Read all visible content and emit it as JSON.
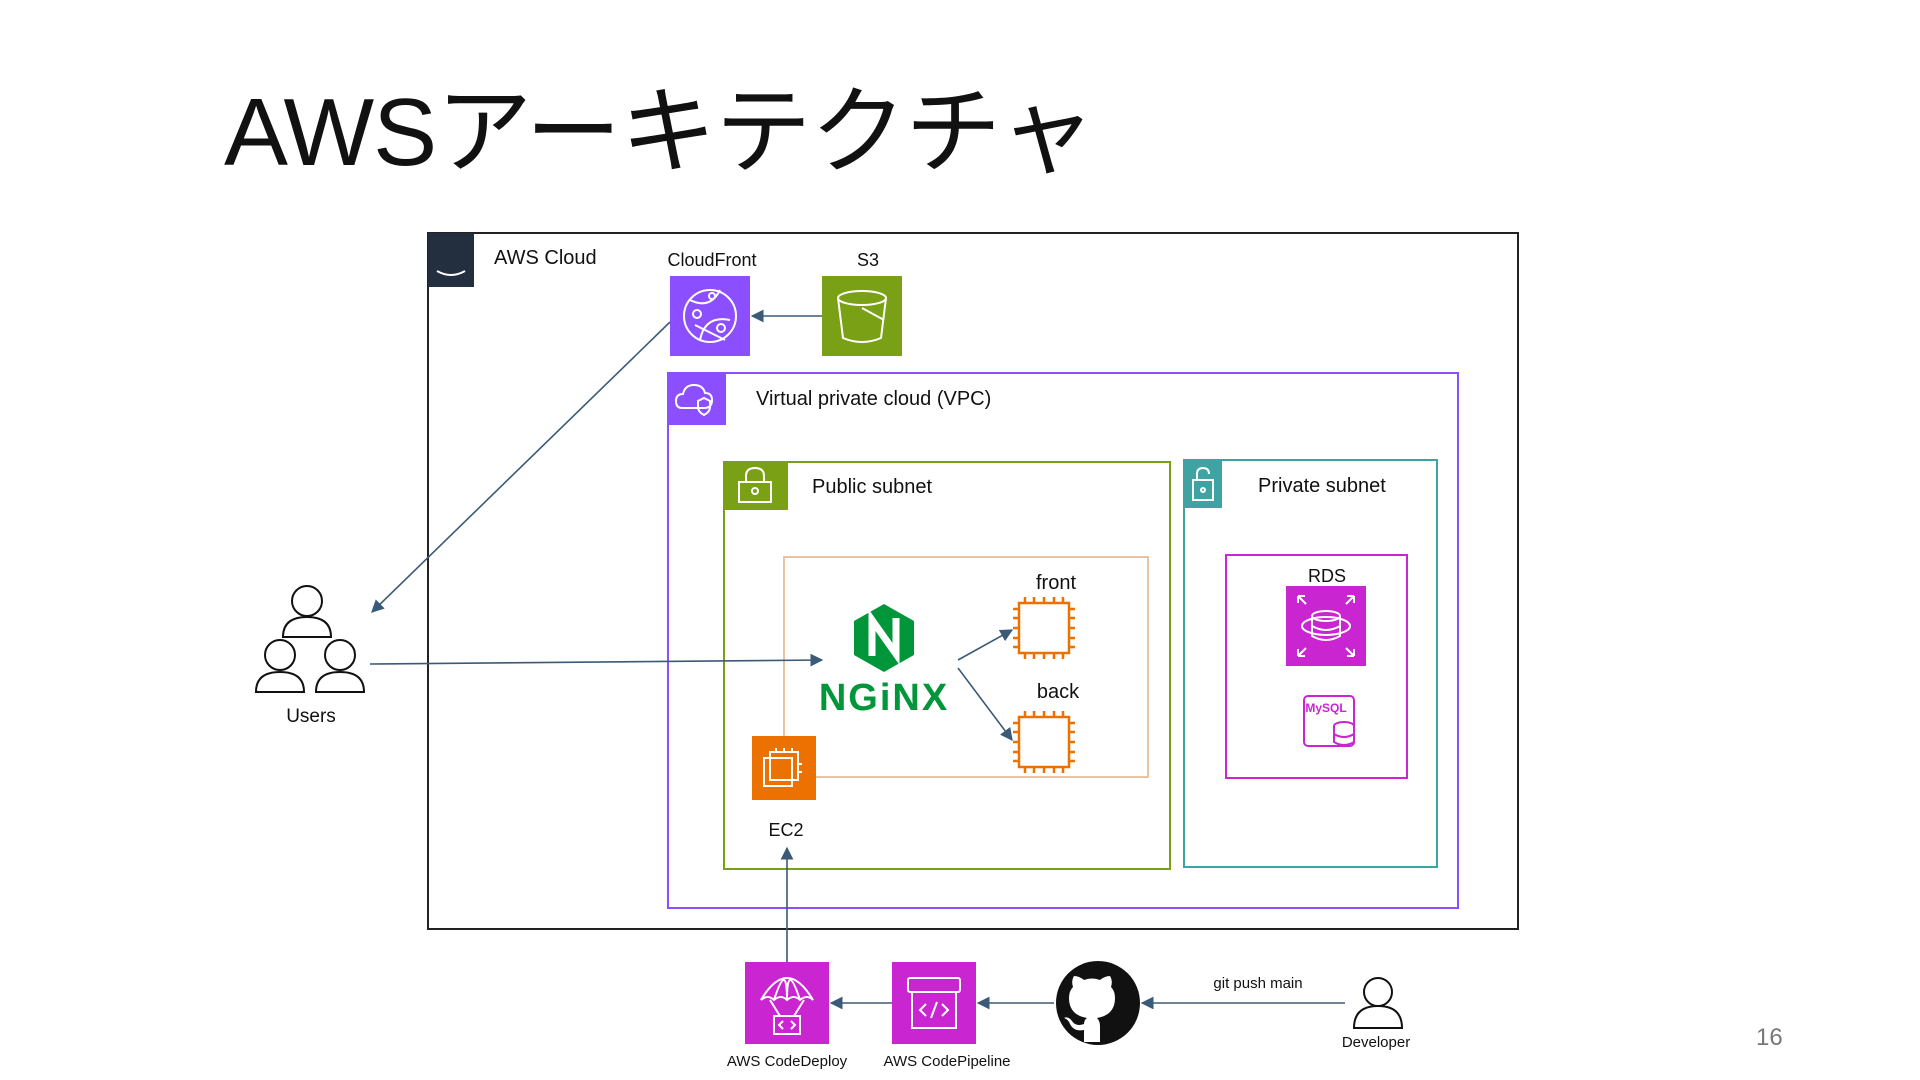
{
  "title": "AWSアーキテクチャ",
  "page_number": "16",
  "groups": {
    "aws_cloud": "AWS Cloud",
    "vpc": "Virtual private cloud (VPC)",
    "public_subnet": "Public subnet",
    "private_subnet": "Private subnet"
  },
  "nodes": {
    "cloudfront": "CloudFront",
    "s3": "S3",
    "users": "Users",
    "ec2": "EC2",
    "front": "front",
    "back": "back",
    "rds": "RDS",
    "nginx": "NGiNX",
    "mysql": "MySQL",
    "aws_logo": "aws",
    "codedeploy": "AWS CodeDeploy",
    "codepipeline": "AWS CodePipeline",
    "developer": "Developer"
  },
  "edges": {
    "git_push": "git push main"
  },
  "colors": {
    "cloud_border": "#222222",
    "aws_badge": "#232f3e",
    "vpc": "#8c4fff",
    "public_subnet": "#7aa116",
    "private_subnet": "#3fa3a3",
    "ec2": "#ed7100",
    "rds_box": "#c925d1",
    "s3": "#7aa116",
    "cloudfront": "#8c4fff",
    "nginx": "#009639",
    "arrow": "#3b5a78",
    "container_box": "#e8c3a6",
    "devtools": "#c925d1"
  }
}
